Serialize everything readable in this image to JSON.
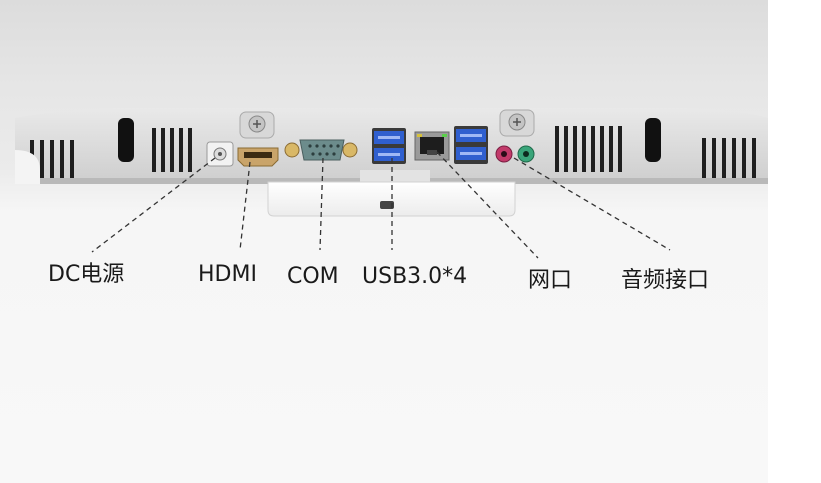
{
  "ports": [
    {
      "id": "dc",
      "label": "DC电源"
    },
    {
      "id": "hdmi",
      "label": "HDMI"
    },
    {
      "id": "com",
      "label": "COM"
    },
    {
      "id": "usb",
      "label": "USB3.0*4"
    },
    {
      "id": "lan",
      "label": "网口"
    },
    {
      "id": "audio",
      "label": "音频接口"
    }
  ],
  "colors": {
    "usb_blue": "#2f5fcf",
    "com_gold": "#c9a24a",
    "mic_pink": "#c23a6a",
    "audio_green": "#3aa57a",
    "leader_line": "#333333"
  }
}
